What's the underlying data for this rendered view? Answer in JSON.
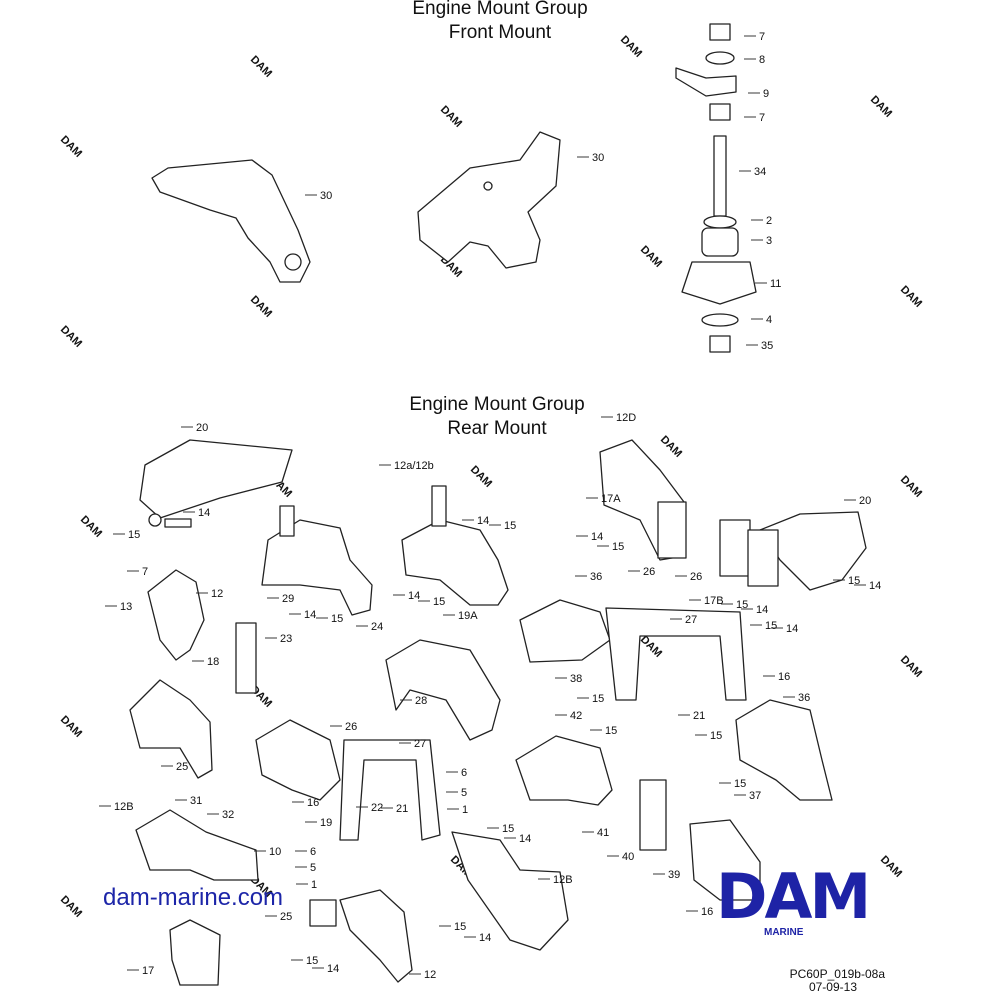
{
  "titles": {
    "front_line1": "Engine Mount Group",
    "front_line2": "Front Mount",
    "rear_line1": "Engine Mount Group",
    "rear_line2": "Rear Mount"
  },
  "watermark_text": "DAM",
  "website": "dam-marine.com",
  "logo": {
    "main": "DAM",
    "sub": "MARINE"
  },
  "reference": {
    "code": "PC60P_019b-08a",
    "date": "07-09-13"
  },
  "colors": {
    "brand_blue": "#1e23a6",
    "link_blue": "#1c25a8",
    "line": "#222222",
    "watermark": "#ececec"
  },
  "callouts": [
    "7",
    "8",
    "9",
    "7",
    "34",
    "2",
    "3",
    "11",
    "4",
    "35",
    "30",
    "30",
    "20",
    "14",
    "15",
    "12a/12b",
    "12D",
    "14",
    "15",
    "17A",
    "14",
    "15",
    "26",
    "20",
    "26",
    "15",
    "14",
    "17B",
    "15",
    "14",
    "15",
    "14",
    "7",
    "12",
    "13",
    "29",
    "14",
    "15",
    "24",
    "14",
    "15",
    "19A",
    "36",
    "27",
    "18",
    "23",
    "28",
    "38",
    "15",
    "16",
    "36",
    "21",
    "15",
    "42",
    "15",
    "25",
    "26",
    "27",
    "6",
    "5",
    "1",
    "12B",
    "31",
    "32",
    "10",
    "16",
    "19",
    "22",
    "21",
    "15",
    "14",
    "41",
    "40",
    "37",
    "15",
    "6",
    "5",
    "1",
    "25",
    "12B",
    "15",
    "14",
    "17",
    "15",
    "14",
    "12",
    "39",
    "16"
  ]
}
